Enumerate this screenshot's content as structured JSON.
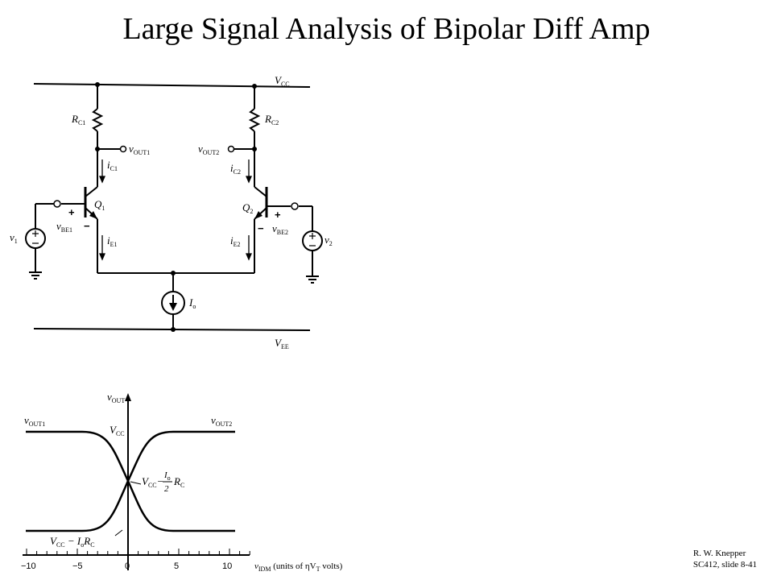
{
  "slide": {
    "title": "Large Signal Analysis of Bipolar Diff Amp",
    "footer_line1": "R. W. Knepper",
    "footer_line2": "SC412, slide 8-41"
  },
  "circuit": {
    "vcc": "V",
    "vcc_sub": "CC",
    "vee": "V",
    "vee_sub": "EE",
    "rc1": "R",
    "rc1_sub": "C1",
    "rc2": "R",
    "rc2_sub": "C2",
    "vout1": "v",
    "vout1_sub": "OUT1",
    "vout2": "v",
    "vout2_sub": "OUT2",
    "ic1": "i",
    "ic1_sub": "C1",
    "ic2": "i",
    "ic2_sub": "C2",
    "ie1": "i",
    "ie1_sub": "E1",
    "ie2": "i",
    "ie2_sub": "E2",
    "q1": "Q",
    "q1_sub": "1",
    "q2": "Q",
    "q2_sub": "2",
    "vbe1": "v",
    "vbe1_sub": "BE1",
    "vbe2": "v",
    "vbe2_sub": "BE2",
    "v1": "v",
    "v1_sub": "1",
    "v2": "v",
    "v2_sub": "2",
    "io": "I",
    "io_sub": "o",
    "plus": "+",
    "minus": "−"
  },
  "transfer_plot": {
    "y_axis_label": "v",
    "y_axis_sub": "OUT",
    "curve1_label": "v",
    "curve1_sub": "OUT1",
    "curve2_label": "v",
    "curve2_sub": "OUT2",
    "high_level": "V",
    "high_level_sub": "CC",
    "mid_level_a": "V",
    "mid_level_a_sub": "CC",
    "mid_level_b": "− ",
    "mid_frac_num": "I",
    "mid_frac_num_sub": "o",
    "mid_frac_den": "2",
    "mid_level_c": "R",
    "mid_level_c_sub": "C",
    "low_level": "V",
    "low_level_sub": "CC",
    "low_level_b": " − I",
    "low_level_b_sub": "o",
    "low_level_c": "R",
    "low_level_c_sub": "C",
    "x_axis_label_a": "v",
    "x_axis_label_a_sub": "IDM",
    "x_axis_label_b": " (units of ηV",
    "x_axis_label_b_sub": "T",
    "x_axis_label_c": " volts)",
    "ticks": [
      "−10",
      "−5",
      "0",
      "5",
      "10"
    ]
  }
}
